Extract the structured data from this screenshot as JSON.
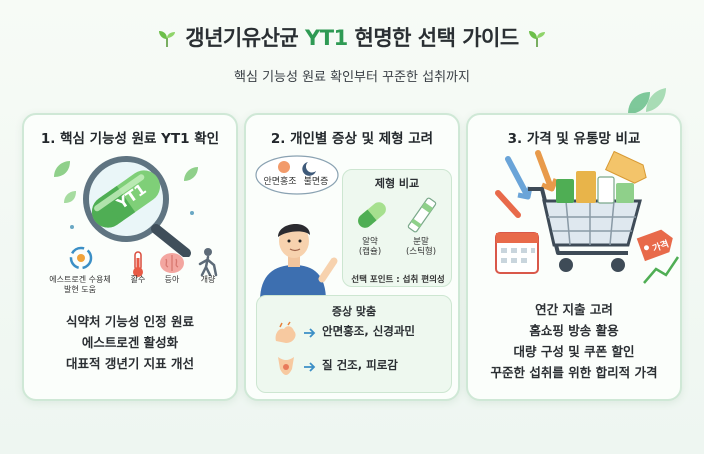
{
  "header": {
    "title_pre": "갱년기유산균 ",
    "title_accent": "YT1",
    "title_post": " 현명한 선택 가이드",
    "subtitle": "핵심 기능성 원료 확인부터 꾸준한 섭취까지"
  },
  "cards": [
    {
      "title": "1. 핵심 기능성 원료 YT1 확인",
      "capsule_text": "YT1",
      "icons": [
        {
          "label_line1": "에스트로겐 수용체",
          "label_line2": "발현 도움",
          "icon": "receptor-icon"
        },
        {
          "label_line1": "활수",
          "label_line2": "",
          "icon": "thermometer-icon"
        },
        {
          "label_line1": "등아",
          "label_line2": "",
          "icon": "brain-icon"
        },
        {
          "label_line1": "개량",
          "label_line2": "",
          "icon": "walking-person-icon"
        }
      ],
      "lines": [
        "식약처 기능성 인정 원료",
        "에스트로겐 활성화",
        "대표적 갱년기 지표 개선"
      ]
    },
    {
      "title": "2. 개인별 증상 및 제형 고려",
      "bubble_labels": [
        "안면홍조",
        "불면증"
      ],
      "form_box_title": "제형 비교",
      "forms": [
        {
          "line1": "알약",
          "line2": "(캡슐)"
        },
        {
          "line1": "분말",
          "line2": "(스틱형)"
        }
      ],
      "selection_point": "선택 포인트 : 섭취 편의성",
      "symptom_box_title": "증상 맞춤",
      "symptoms": [
        "안면홍조, 신경과민",
        "질 건조, 피로감"
      ]
    },
    {
      "title": "3. 가격 및 유통망 비교",
      "price_tag": "가격",
      "lines": [
        "연간 지출 고려",
        "홈쇼핑 방송 활용",
        "대량 구성 및 쿠폰 할인",
        "꾸준한 섭취를 위한 합리적 가격"
      ]
    }
  ],
  "colors": {
    "accent": "#2f9a54",
    "card_border": "#cfe8d6",
    "sub_box": "#eef8ef"
  }
}
